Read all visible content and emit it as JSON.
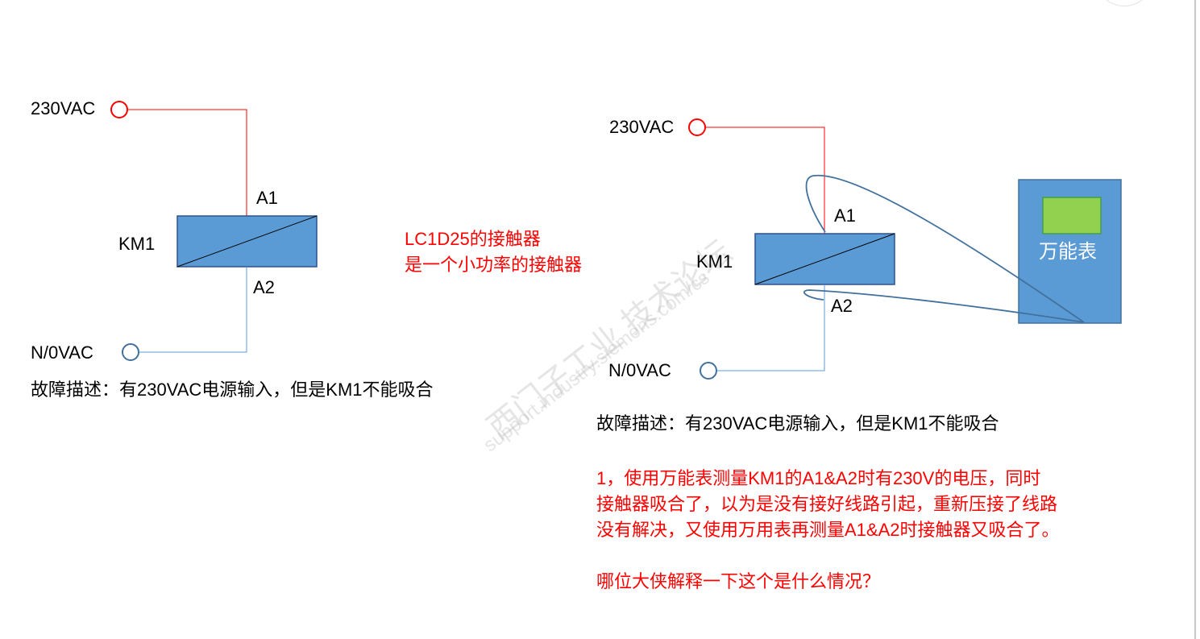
{
  "left_circuit": {
    "supply_label": "230VAC",
    "neutral_label": "N/0VAC",
    "coil_label": "KM1",
    "terminal_a1": "A1",
    "terminal_a2": "A2",
    "fault_description": "故障描述：有230VAC电源输入，但是KM1不能吸合"
  },
  "center_note": {
    "line1": "LC1D25的接触器",
    "line2": "是一个小功率的接触器"
  },
  "right_circuit": {
    "supply_label": "230VAC",
    "neutral_label": "N/0VAC",
    "coil_label": "KM1",
    "terminal_a1": "A1",
    "terminal_a2": "A2",
    "meter_label": "万能表",
    "fault_description": "故障描述：有230VAC电源输入，但是KM1不能吸合"
  },
  "question": {
    "line1": "1，使用万能表测量KM1的A1&A2时有230V的电压，同时",
    "line2": "接触器吸合了，以为是没有接好线路引起，重新压接了线路",
    "line3": "没有解决，又使用万用表再测量A1&A2时接触器又吸合了。",
    "line4": "哪位大侠解释一下这个是什么情况？"
  },
  "watermark": {
    "cn": "西门子工业 技术论坛",
    "url": "support.industry.siemens.com/cs"
  },
  "colors": {
    "live_wire": "#ff0000",
    "neutral_wire": "#5b9bd5",
    "coil_fill": "#5b9bd5",
    "meter_display": "#92d050",
    "probe_lead": "#41719c"
  }
}
